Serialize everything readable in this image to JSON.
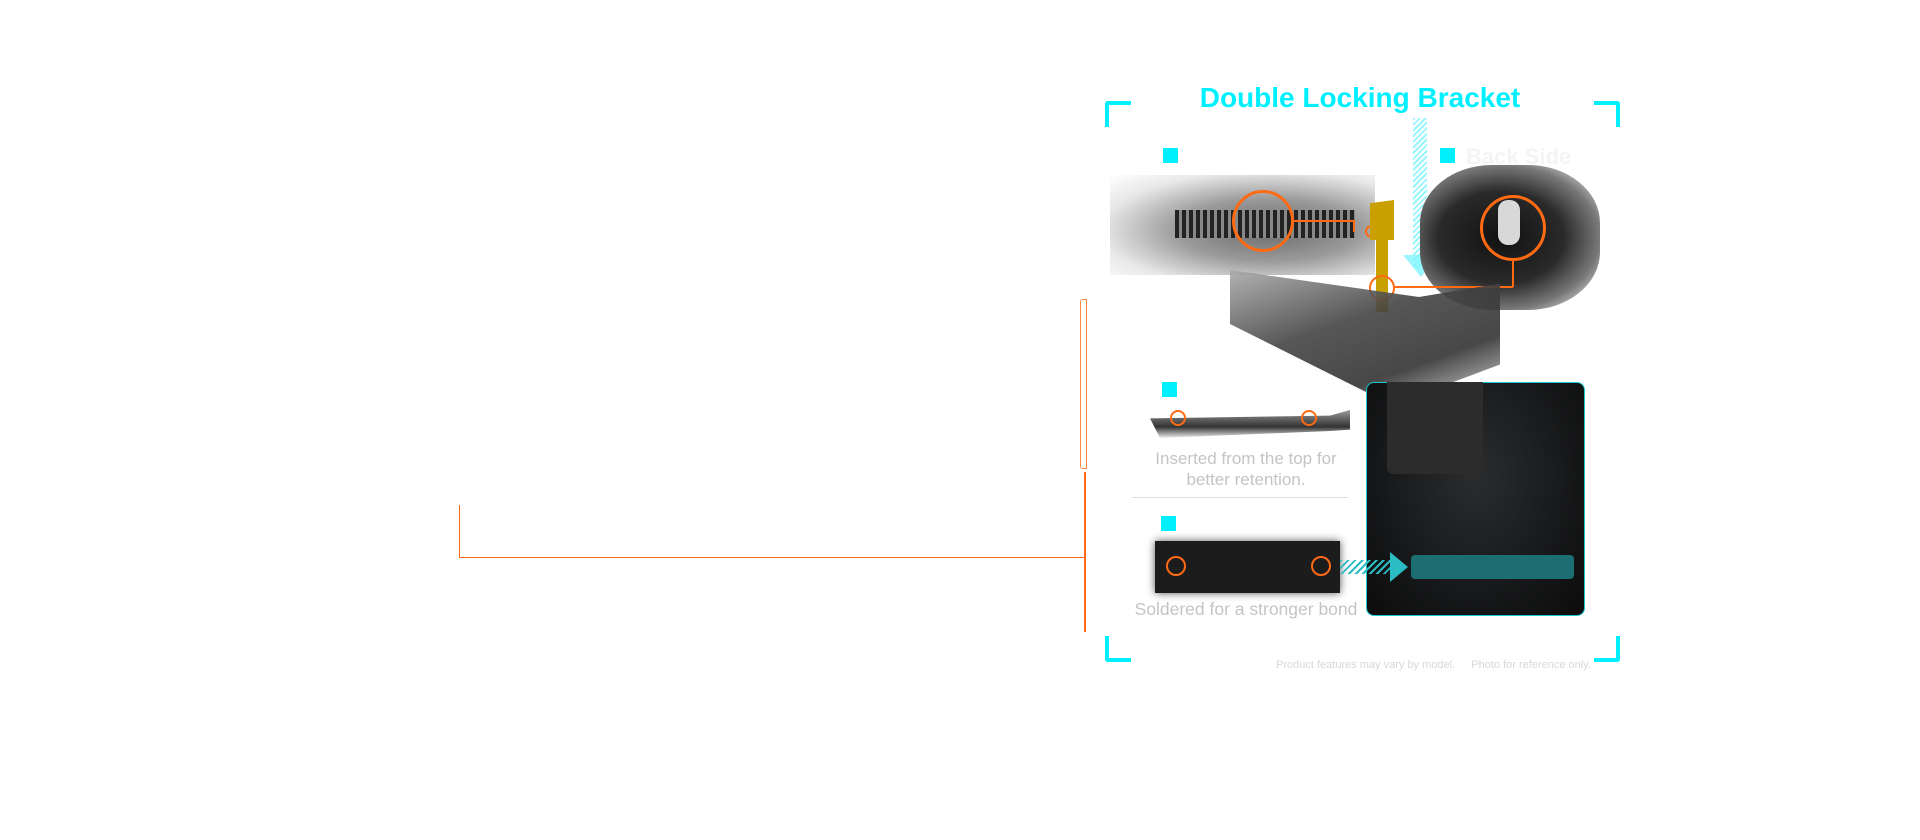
{
  "title": "Double Locking Bracket",
  "sections": [
    {
      "label": ""
    },
    {
      "label": "Back Side"
    },
    {
      "caption": "Inserted from the top for better retention.",
      "caption_line1": "Inserted from the top for",
      "caption_line2": "better retention."
    },
    {
      "caption": "Soldered for a stronger bond"
    }
  ],
  "footer": {
    "note1": "Product features may vary by model.",
    "note2": "Photo for reference only."
  },
  "colors": {
    "accent": "#00f0ff",
    "highlight": "#ff6a13",
    "caption": "#c4c4c4"
  }
}
